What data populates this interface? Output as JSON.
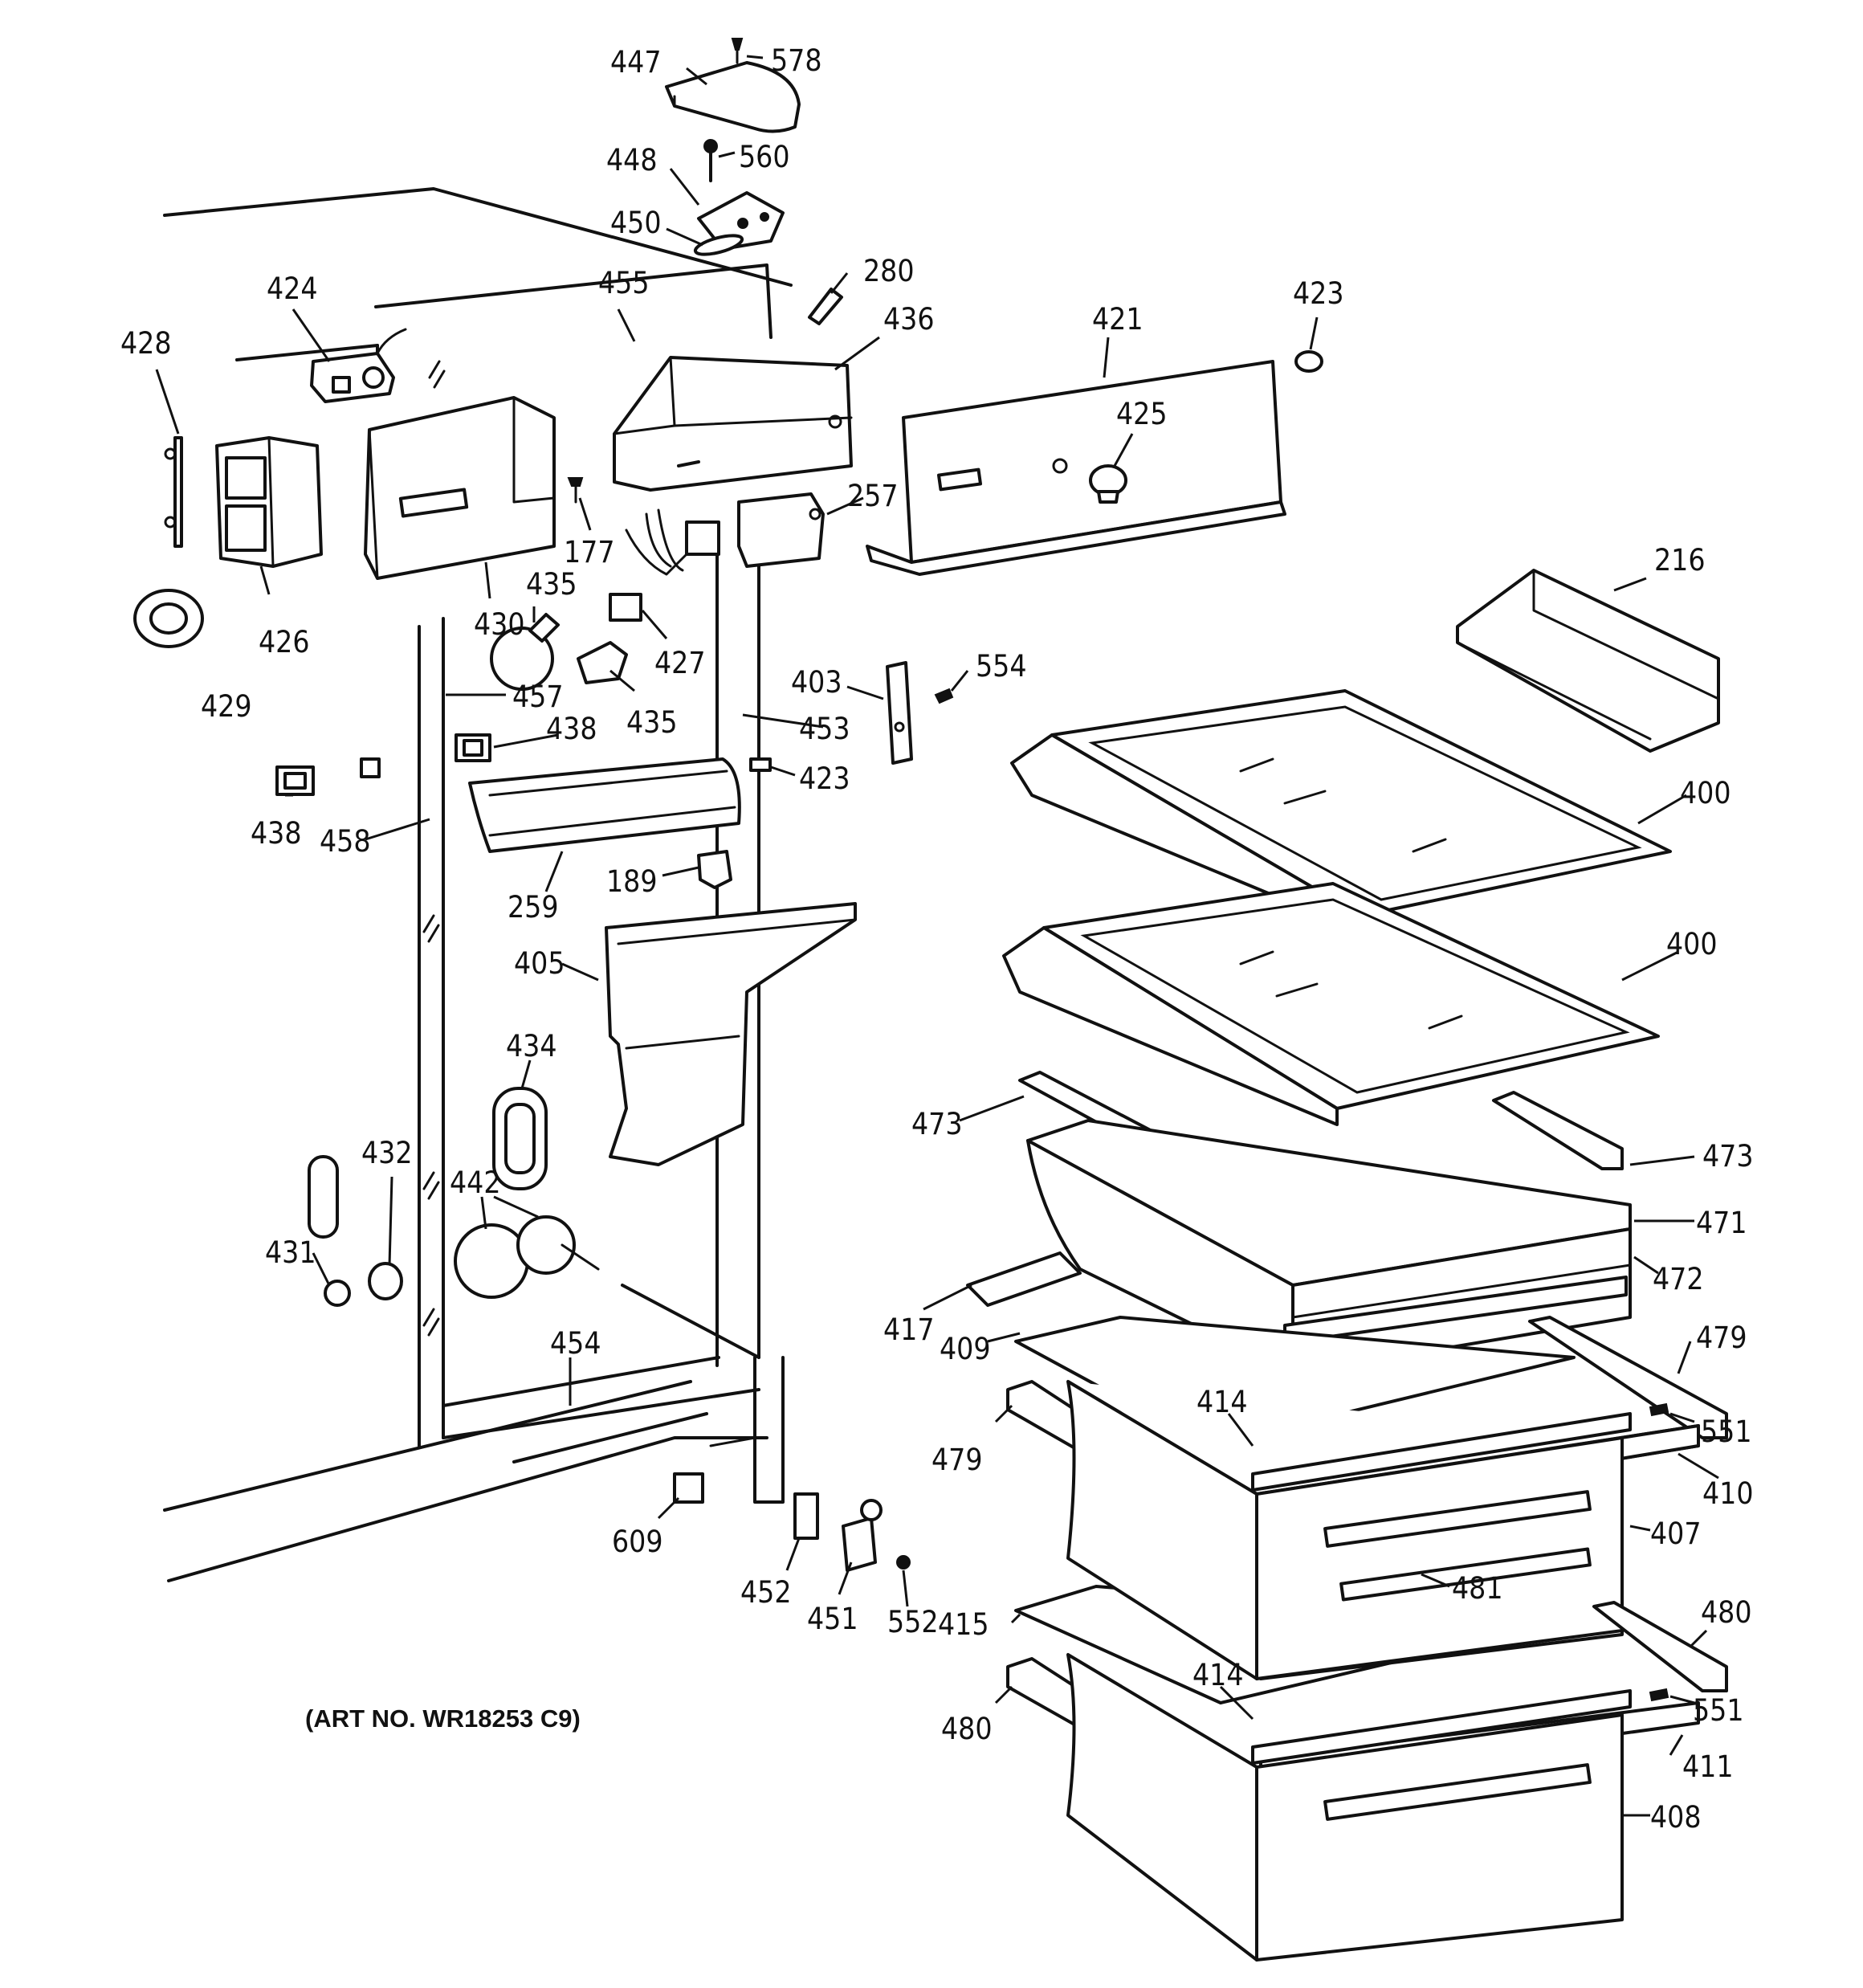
{
  "caption": "(ART NO. WR18253 C9)",
  "callouts": [
    {
      "id": "447",
      "text": "447"
    },
    {
      "id": "578",
      "text": "578"
    },
    {
      "id": "448",
      "text": "448"
    },
    {
      "id": "560",
      "text": "560"
    },
    {
      "id": "450",
      "text": "450"
    },
    {
      "id": "280",
      "text": "280"
    },
    {
      "id": "424",
      "text": "424"
    },
    {
      "id": "455",
      "text": "455"
    },
    {
      "id": "436",
      "text": "436"
    },
    {
      "id": "421",
      "text": "421"
    },
    {
      "id": "423a",
      "text": "423"
    },
    {
      "id": "428",
      "text": "428"
    },
    {
      "id": "425",
      "text": "425"
    },
    {
      "id": "257",
      "text": "257"
    },
    {
      "id": "177",
      "text": "177"
    },
    {
      "id": "426",
      "text": "426"
    },
    {
      "id": "430",
      "text": "430"
    },
    {
      "id": "435a",
      "text": "435"
    },
    {
      "id": "427",
      "text": "427"
    },
    {
      "id": "216",
      "text": "216"
    },
    {
      "id": "429",
      "text": "429"
    },
    {
      "id": "457",
      "text": "457"
    },
    {
      "id": "435b",
      "text": "435"
    },
    {
      "id": "403",
      "text": "403"
    },
    {
      "id": "554",
      "text": "554"
    },
    {
      "id": "438a",
      "text": "438"
    },
    {
      "id": "453",
      "text": "453"
    },
    {
      "id": "423b",
      "text": "423"
    },
    {
      "id": "400a",
      "text": "400"
    },
    {
      "id": "438b",
      "text": "438"
    },
    {
      "id": "458",
      "text": "458"
    },
    {
      "id": "189",
      "text": "189"
    },
    {
      "id": "259",
      "text": "259"
    },
    {
      "id": "400b",
      "text": "400"
    },
    {
      "id": "405",
      "text": "405"
    },
    {
      "id": "434",
      "text": "434"
    },
    {
      "id": "473a",
      "text": "473"
    },
    {
      "id": "473b",
      "text": "473"
    },
    {
      "id": "432",
      "text": "432"
    },
    {
      "id": "442",
      "text": "442"
    },
    {
      "id": "471",
      "text": "471"
    },
    {
      "id": "431",
      "text": "431"
    },
    {
      "id": "472",
      "text": "472"
    },
    {
      "id": "417",
      "text": "417"
    },
    {
      "id": "454",
      "text": "454"
    },
    {
      "id": "479a",
      "text": "479"
    },
    {
      "id": "409",
      "text": "409"
    },
    {
      "id": "414a",
      "text": "414"
    },
    {
      "id": "551a",
      "text": "551"
    },
    {
      "id": "479b",
      "text": "479"
    },
    {
      "id": "410",
      "text": "410"
    },
    {
      "id": "609",
      "text": "609"
    },
    {
      "id": "407",
      "text": "407"
    },
    {
      "id": "481",
      "text": "481"
    },
    {
      "id": "452",
      "text": "452"
    },
    {
      "id": "451",
      "text": "451"
    },
    {
      "id": "552",
      "text": "552"
    },
    {
      "id": "415",
      "text": "415"
    },
    {
      "id": "480a",
      "text": "480"
    },
    {
      "id": "414b",
      "text": "414"
    },
    {
      "id": "551b",
      "text": "551"
    },
    {
      "id": "480b",
      "text": "480"
    },
    {
      "id": "411",
      "text": "411"
    },
    {
      "id": "408",
      "text": "408"
    }
  ]
}
